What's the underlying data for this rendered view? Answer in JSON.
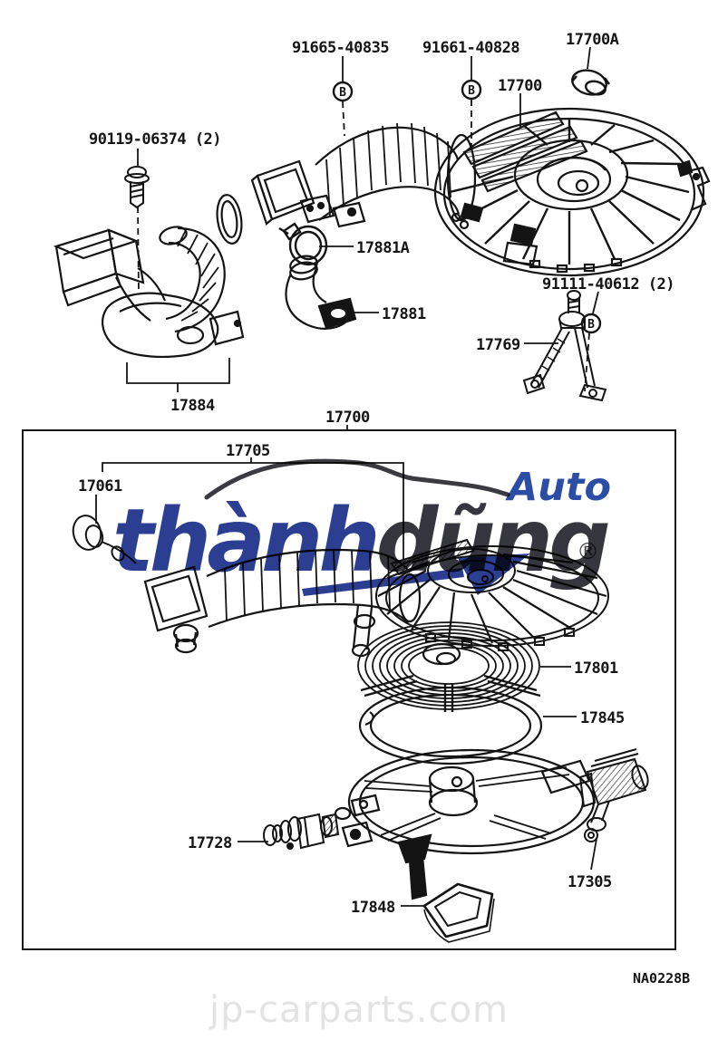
{
  "page": {
    "code": "NA0228B",
    "site_watermark": "jp-carparts.com"
  },
  "watermark": {
    "brand_part1": "thành",
    "brand_part2": "dũng",
    "auto": "Auto",
    "registered": "®"
  },
  "colors": {
    "line": "#141414",
    "brand_blue": "#2b3e92",
    "brand_dark": "#36363e",
    "registered_gray": "#46464c",
    "site_gray": "#e3e3e3"
  },
  "labels": {
    "bolt_91665": "91665-40835",
    "bolt_91661": "91661-40828",
    "clamp_17700a": "17700A",
    "cleaner_17700_top": "17700",
    "screw_90119": "90119-06374 (2)",
    "clamp_17881a": "17881A",
    "hose_17881": "17881",
    "bolt_91111": "91111-40612 (2)",
    "bracket_17769": "17769",
    "duct_17884": "17884",
    "cleaner_17700_box": "17700",
    "hose_17705": "17705",
    "cap_17061": "17061",
    "element_17801": "17801",
    "gasket_17845": "17845",
    "valve_17728": "17728",
    "sensor_17305": "17305",
    "grommet_17848": "17848",
    "b_marker": "B"
  }
}
